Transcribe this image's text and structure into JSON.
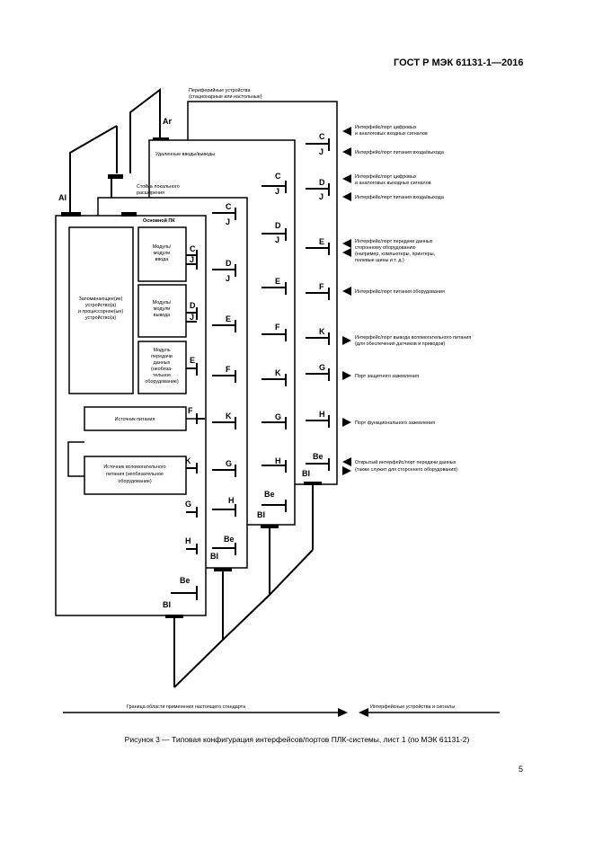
{
  "header": {
    "standard": "ГОСТ Р МЭК 61131-1—2016"
  },
  "figure": {
    "top_label_line1": "Периферийные устройства",
    "top_label_line2": "(стационарные или настольные)",
    "ar": "Ar",
    "al": "Al",
    "remote_io": "Удаленные вводы/выводы",
    "local_ext_line1": "Стойка локального",
    "local_ext_line2": "расширения",
    "main_plc": "Основной ПК",
    "storage": [
      "Запоминающее(ие)",
      "устройство(а)",
      "и процессорное(ые)",
      "устройство(а)"
    ],
    "input_modules": [
      "Модуль/",
      "модули",
      "ввода"
    ],
    "output_modules": [
      "Модуль/",
      "модули",
      "вывода"
    ],
    "comm_module": [
      "Модуль",
      "передачи",
      "данных",
      "(необяза-",
      "тельное",
      "оборудование)"
    ],
    "power_source": "Источник питания",
    "aux_power": [
      "Источник вспомогательного",
      "питания (необязательное",
      "оборудование)"
    ],
    "port_letters": {
      "C": "C",
      "J": "J",
      "D": "D",
      "E": "E",
      "F": "F",
      "K": "K",
      "G": "G",
      "H": "H",
      "Be": "Be",
      "Bi": "BI"
    },
    "interfaces": [
      [
        "Интерфейс/порт цифровых",
        "и аналоговых входных сигналов"
      ],
      [
        "Интерфейс/порт питания входа/выхода"
      ],
      [
        "Интерфейс/порт цифровых",
        "и аналоговых выходных сигналов"
      ],
      [
        "Интерфейс/порт питания входа/выхода"
      ],
      [
        "Интерфейс/порт передачи данных",
        "сторонному оборудованию",
        "(например, компьютеры, принтеры,",
        "полевые шины и т. д.)"
      ],
      [
        "Интерфейс/порт питания оборудования"
      ],
      [
        "Интерфейс/порт вывода вспомогательного питания",
        "(для обеспечения датчиков и приводов)"
      ],
      [
        "Порт защитного заземления"
      ],
      [
        "Порт функционального заземления"
      ],
      [
        "Открытый интерфейс/порт передачи данных",
        "(также служит для стороннего оборудования)"
      ]
    ],
    "boundary_left": "Граница области применения настоящего стандарта",
    "boundary_right": "Интерфейсные устройства и сигналы"
  },
  "caption": "Рисунок 3 — Типовая конфигурация интерфейсов/портов ПЛК-системы, лист 1 (по МЭК 61131-2)",
  "page_number": "5"
}
